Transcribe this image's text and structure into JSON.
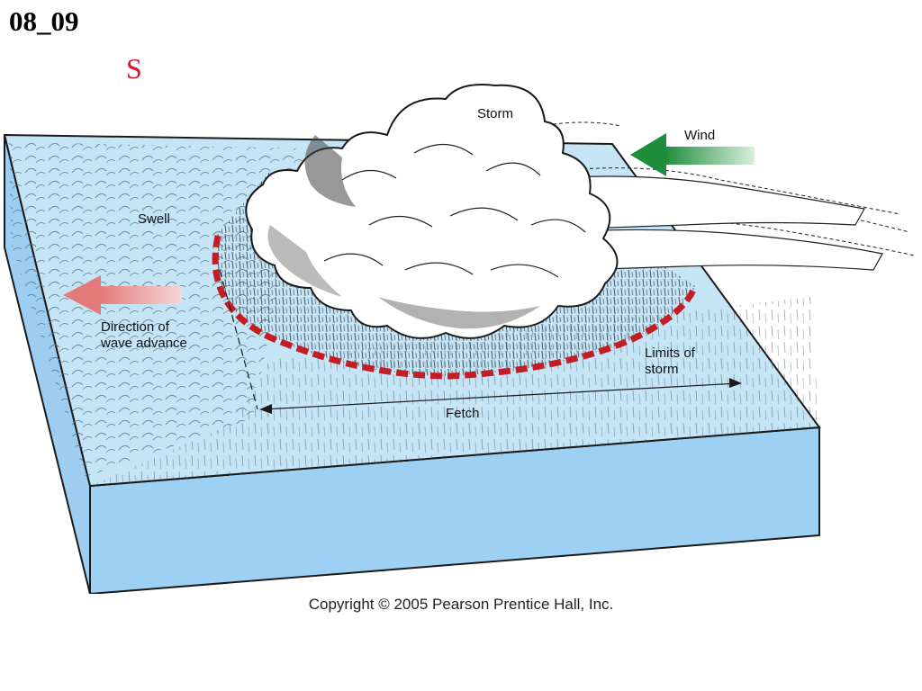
{
  "slide": {
    "id_label": "08_09",
    "marker": "S"
  },
  "diagram": {
    "labels": {
      "storm": "Storm",
      "wind": "Wind",
      "swell": "Swell",
      "direction_line1": "Direction of",
      "direction_line2": "wave advance",
      "limits_line1": "Limits of",
      "limits_line2": "storm",
      "fetch": "Fetch"
    },
    "colors": {
      "ocean_top": "#c5e4f6",
      "ocean_side": "#9dd0f2",
      "storm_boundary": "#c41e24",
      "wind_arrow": "#2e9b47",
      "wave_arrow": "#e88f8f"
    }
  },
  "footer": {
    "copyright": "Copyright © 2005 Pearson Prentice Hall, Inc."
  }
}
